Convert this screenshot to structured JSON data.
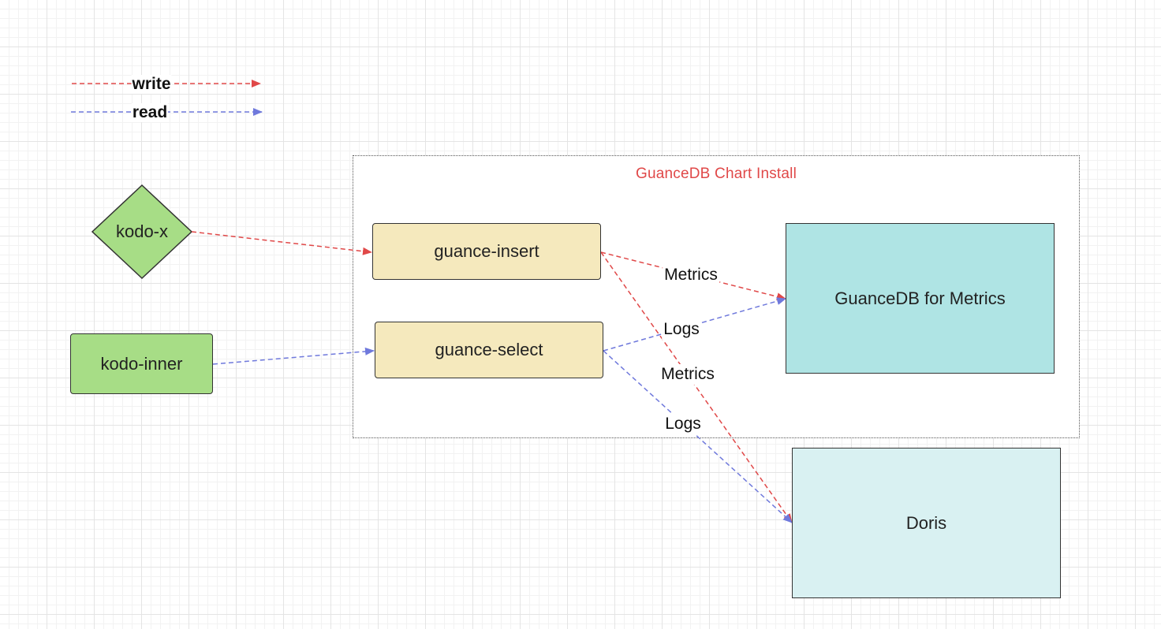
{
  "legend": {
    "write_label": "write",
    "read_label": "read"
  },
  "group": {
    "title": "GuanceDB Chart Install",
    "title_color": "#e04848"
  },
  "nodes": {
    "kodo_x": "kodo-x",
    "kodo_inner": "kodo-inner",
    "guance_insert": "guance-insert",
    "guance_select": "guance-select",
    "guancedb_metrics": "GuanceDB for Metrics",
    "doris": "Doris"
  },
  "edges": {
    "insert_to_metrics": "Metrics",
    "select_to_metrics": "Logs",
    "insert_to_doris": "Metrics",
    "select_to_doris": "Logs"
  },
  "colors": {
    "write": "#e04848",
    "read": "#6f79dc",
    "source_fill": "#a7dd86",
    "process_fill": "#f5e9bd",
    "metrics_db_fill": "#afe4e4",
    "doris_fill": "#d9f1f2"
  }
}
